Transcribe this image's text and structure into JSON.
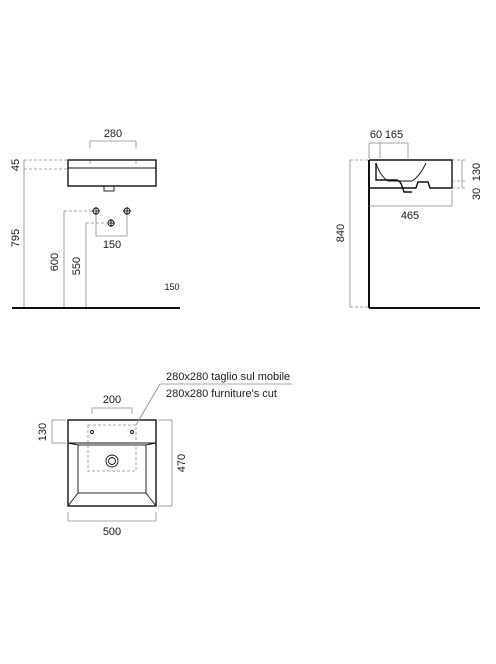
{
  "front_view": {
    "dims": {
      "width_280": "280",
      "h_45": "45",
      "h_795": "795",
      "h_600": "600",
      "h_550": "550",
      "w_150": "150",
      "note_150": "150"
    }
  },
  "side_view": {
    "dims": {
      "d_60": "60",
      "d_165": "165",
      "d_465": "465",
      "h_840": "840",
      "h_30": "30",
      "h_130": "130"
    }
  },
  "plan_view": {
    "note_line1": "280x280 taglio sul mobile",
    "note_line2": "280x280 furniture's cut",
    "dims": {
      "w_200": "200",
      "h_130": "130",
      "h_470": "470",
      "w_500": "500"
    }
  },
  "colors": {
    "ink": "#111111",
    "dimension": "#8a8a8a"
  }
}
